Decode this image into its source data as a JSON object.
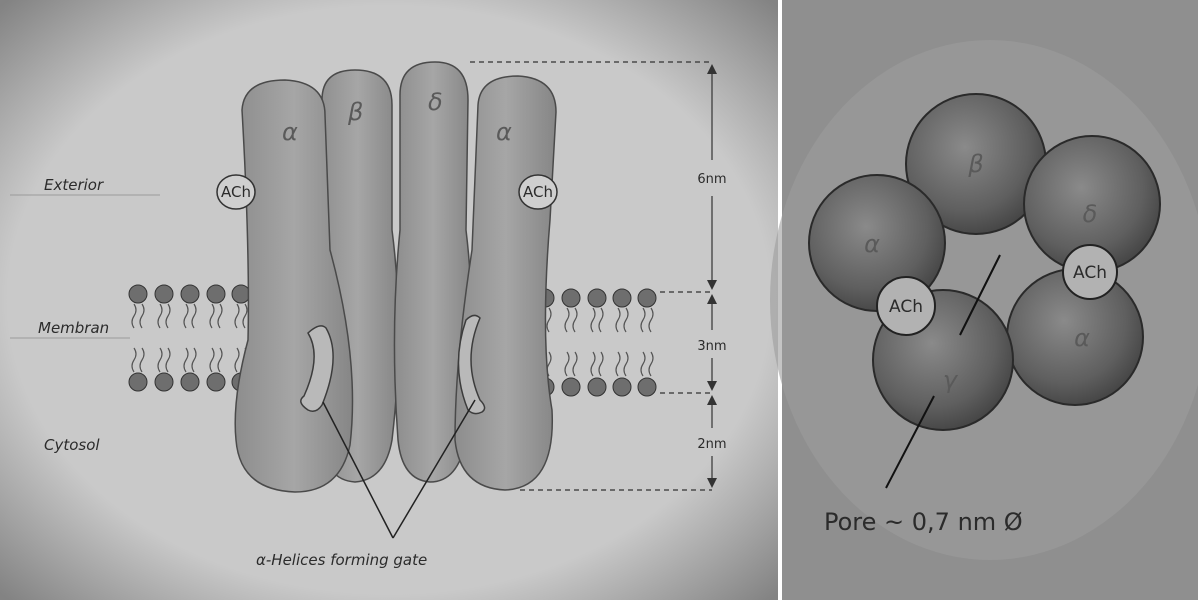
{
  "side_view": {
    "subunits": [
      "α",
      "β",
      "δ",
      "α"
    ],
    "regions": [
      "Exterior",
      "Membran",
      "Cytosol"
    ],
    "binding_site_label": "ACh",
    "dimensions": [
      "6nm",
      "3nm",
      "2nm"
    ],
    "gate_label": "α-Helices forming gate"
  },
  "top_view": {
    "subunits": [
      "β",
      "δ",
      "α",
      "α",
      "γ"
    ],
    "binding_site_label": "ACh",
    "pore_label": "Pore ~ 0,7 nm Ø"
  },
  "colors": {
    "paper_left": "#c9c9c9",
    "paper_right": "#8f8f8f",
    "subunit_fill": "#9e9e9e",
    "ink": "#2b2b2b"
  }
}
